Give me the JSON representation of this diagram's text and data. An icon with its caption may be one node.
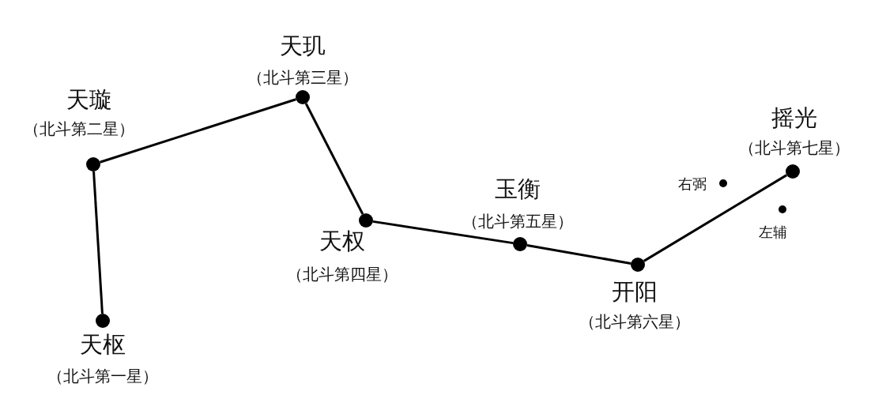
{
  "diagram": {
    "nodes": [
      {
        "text": [],
        "shape": "circle",
        "beside": [
          "天璇",
          "（北斗第二星）"
        ]
      },
      {
        "text": [],
        "shape": "circle",
        "beside": [
          "天枢",
          "（北斗第一星）"
        ]
      },
      {
        "text": [],
        "shape": "circle",
        "beside": [
          "天玑",
          "（北斗第三星）"
        ]
      },
      {
        "text": [],
        "shape": "circle",
        "beside": [
          "天权",
          "（北斗第四星）"
        ]
      },
      {
        "text": [],
        "shape": "circle",
        "beside": [
          "玉衡",
          "（北斗第五星）"
        ]
      },
      {
        "text": [],
        "shape": "circle",
        "beside": [
          "开阳",
          "（北斗第六星）"
        ]
      },
      {
        "text": [],
        "shape": "circle",
        "beside": [
          "右弼"
        ]
      },
      {
        "text": [],
        "shape": "circle",
        "beside": [
          "左辅"
        ]
      },
      {
        "text": [],
        "shape": "circle",
        "beside": [
          "摇光",
          "（北斗第七星）"
        ]
      }
    ],
    "edges": [
      {
        "from": 1,
        "to": 0,
        "arrow": "none"
      },
      {
        "from": 0,
        "to": 2,
        "arrow": "none"
      },
      {
        "from": 2,
        "to": 3,
        "arrow": "none"
      },
      {
        "from": 3,
        "to": 4,
        "arrow": "none"
      },
      {
        "from": 4,
        "to": 5,
        "arrow": "none"
      },
      {
        "from": 5,
        "to": 8,
        "arrow": "none"
      }
    ]
  }
}
